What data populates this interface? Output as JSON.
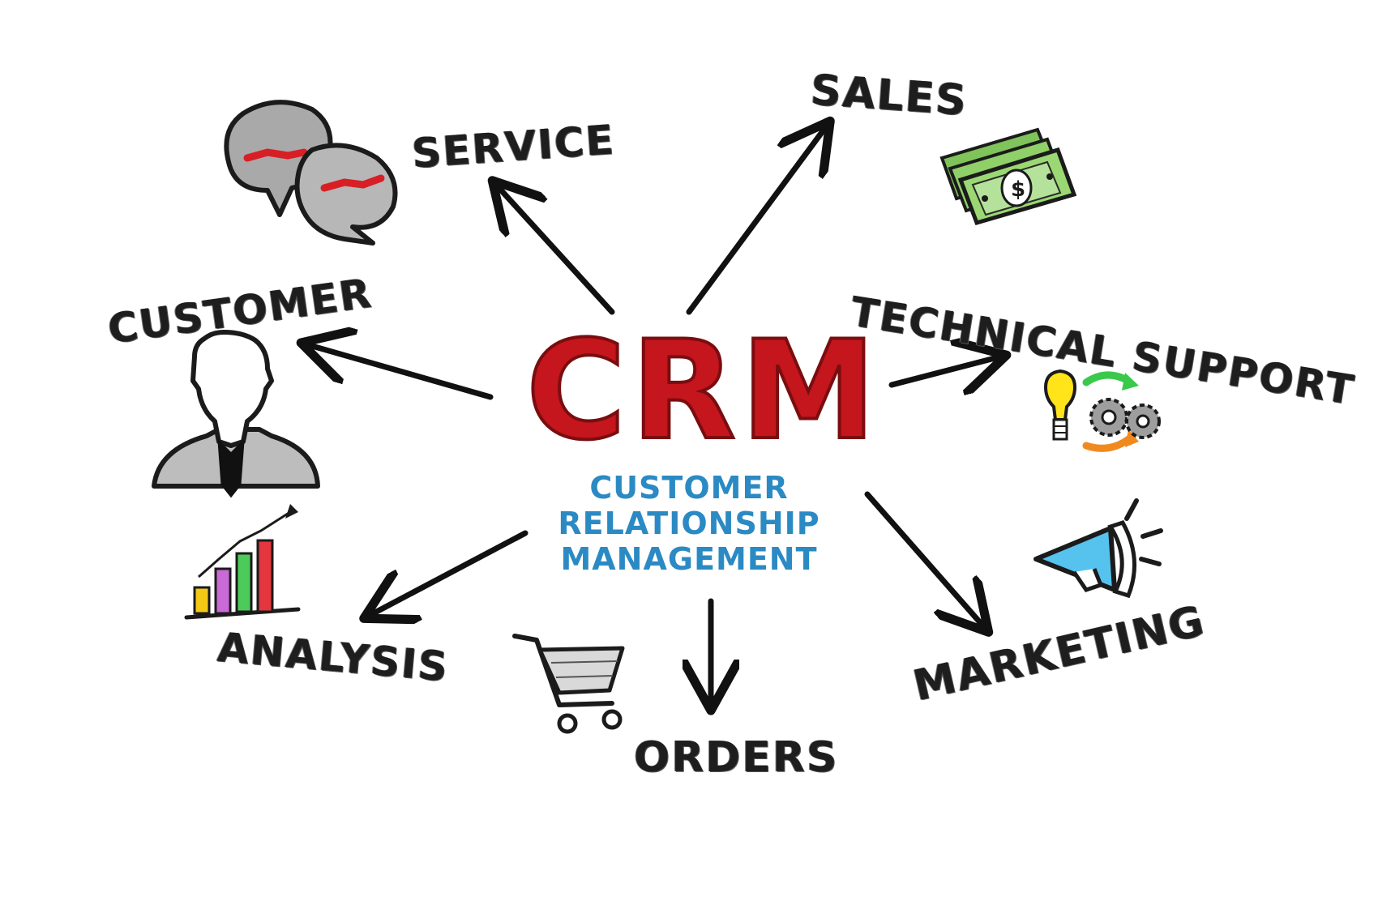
{
  "center": {
    "title": "CRM",
    "subtitle_lines": [
      "CUSTOMER",
      "RELATIONSHIP",
      "MANAGEMENT"
    ]
  },
  "nodes": {
    "service": "SERVICE",
    "sales": "SALES",
    "customer": "CUSTOMER",
    "technical_support": "TECHNICAL SUPPORT",
    "analysis": "ANALYSIS",
    "orders": "ORDERS",
    "marketing": "MARKETING"
  },
  "icons": {
    "service": "speech-bubbles-icon",
    "sales": "money-bills-icon",
    "customer": "businessman-icon",
    "technical_support": "lightbulb-gears-icon",
    "analysis": "bar-chart-growth-icon",
    "orders": "shopping-cart-icon",
    "marketing": "megaphone-icon"
  },
  "colors": {
    "crm": "#c4161c",
    "subtitle": "#2b8ac3",
    "text": "#1e1e1e",
    "arrow": "#111111"
  }
}
